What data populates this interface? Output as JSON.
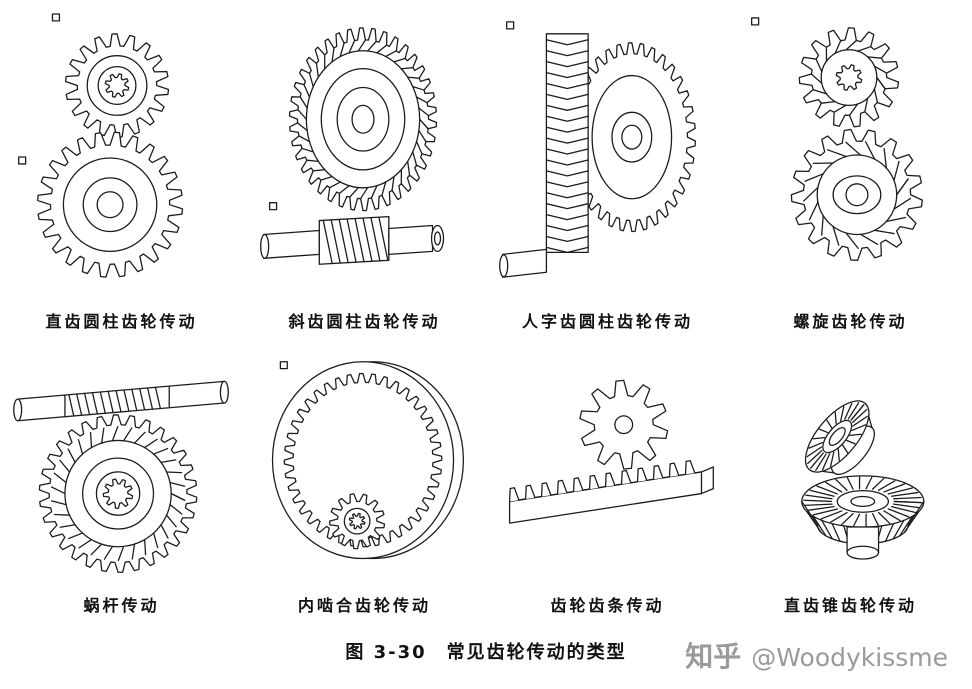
{
  "figure": {
    "caption": "图 3-30　常见齿轮传动的类型",
    "watermark": {
      "brand": "知乎",
      "handle": "@Woodykissme"
    }
  },
  "colors": {
    "line": "#1c1c1c",
    "background": "#ffffff",
    "label_text": "#111111",
    "watermark_gray": "#9a9a9a"
  },
  "gears": {
    "row1": [
      {
        "art_id": "spur",
        "label": "直齿圆柱齿轮传动"
      },
      {
        "art_id": "helical",
        "label": "斜齿圆柱齿轮传动"
      },
      {
        "art_id": "herringbone",
        "label": "人字齿圆柱齿轮传动"
      },
      {
        "art_id": "spiral",
        "label": "螺旋齿轮传动"
      }
    ],
    "row2": [
      {
        "art_id": "worm",
        "label": "蜗杆传动"
      },
      {
        "art_id": "internal",
        "label": "内啮合齿轮传动"
      },
      {
        "art_id": "rack",
        "label": "齿轮齿条传动"
      },
      {
        "art_id": "bevel",
        "label": "直齿锥齿轮传动"
      }
    ]
  }
}
